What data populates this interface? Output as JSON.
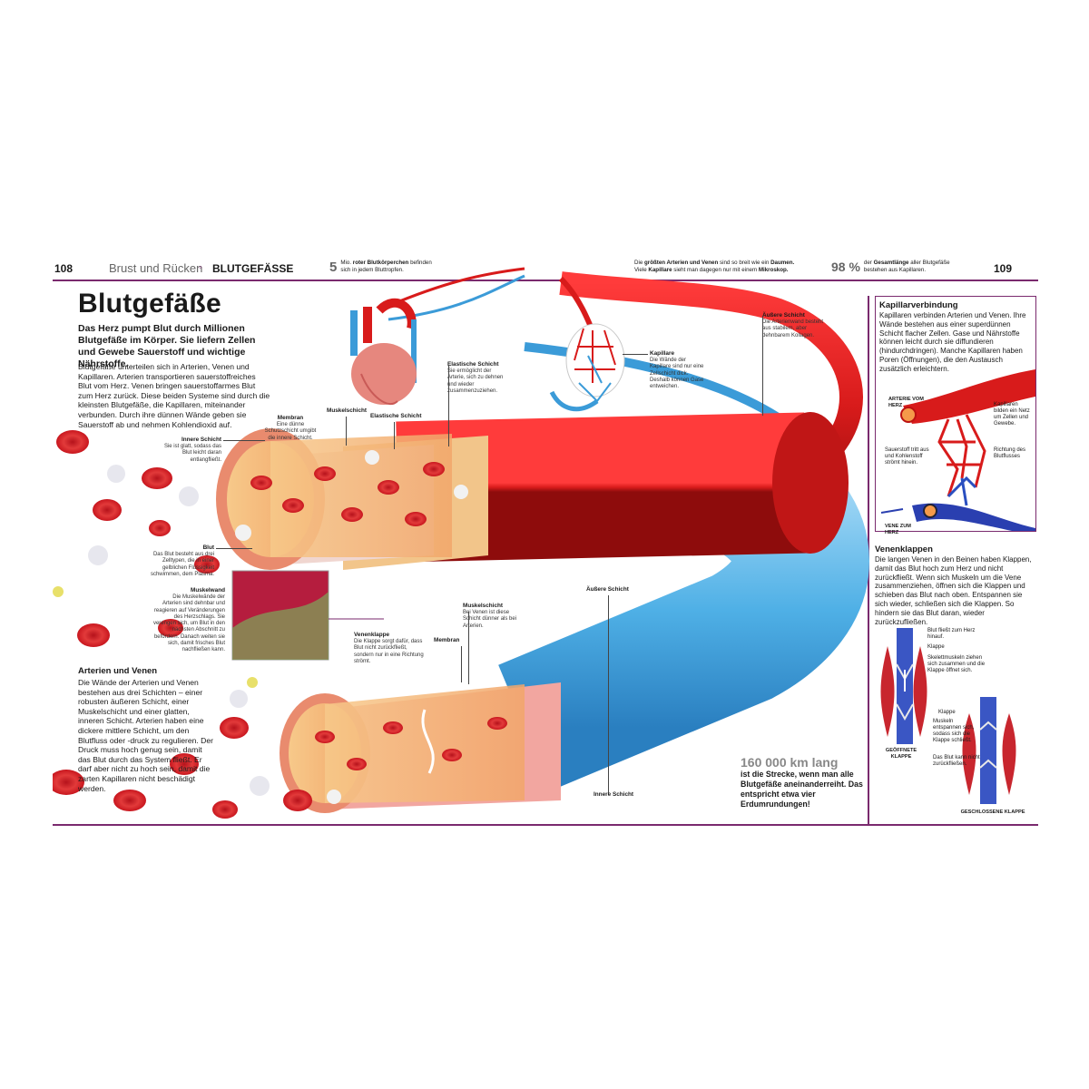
{
  "header": {
    "left_page": "108",
    "section": "Brust und Rücken",
    "separator": "◦",
    "topic": "BLUTGEFÄSSE",
    "fact1_number": "5",
    "fact1_text_a": "Mio.",
    "fact1_bold": "roter Blutkörperchen",
    "fact1_text_b": "befinden",
    "fact1_line2": "sich in jedem Bluttropfen.",
    "fact2_line1_a": "Die",
    "fact2_line1_b": "größten Arterien und Venen",
    "fact2_line1_c": "sind so breit wie ein",
    "fact2_line1_d": "Daumen.",
    "fact2_line2_a": "Viele",
    "fact2_line2_b": "Kapillare",
    "fact2_line2_c": "sieht man dagegen nur mit einem",
    "fact2_line2_d": "Mikroskop.",
    "fact3_number": "98 %",
    "fact3_text_a": "der",
    "fact3_bold": "Gesamtlänge",
    "fact3_text_b": "aller Blutgefäße",
    "fact3_line2": "bestehen aus Kapillaren.",
    "right_page": "109"
  },
  "main": {
    "title": "Blutgefäße",
    "intro": "Das Herz pumpt Blut durch Millionen Blutgefäße im Körper. Sie liefern Zellen und Gewebe Sauerstoff und wichtige Nährstoffe.",
    "body": "Blutgefäße unterteilen sich in Arterien, Venen und Kapillaren. Arterien transportieren sauerstoffreiches Blut vom Herz. Venen bringen sauerstoffarmes Blut zum Herz zurück. Diese beiden Systeme sind durch die kleinsten Blutgefäße, die Kapillaren, miteinander verbunden. Durch ihre dünnen Wände geben sie Sauerstoff ab und nehmen Kohlendioxid auf.",
    "sub_title": "Arterien und Venen",
    "sub_body": "Die Wände der Arterien und Venen bestehen aus drei Schichten – einer robusten äußeren Schicht, einer Muskelschicht und einer glatten, inneren Schicht. Arterien haben eine dickere mittlere Schicht, um den Blutfluss oder -druck zu regulieren. Der Druck muss hoch genug sein, damit das Blut durch das System fließt. Er darf aber nicht zu hoch sein, damit die zarten Kapillaren nicht beschädigt werden."
  },
  "labels": {
    "innere_t": "Innere Schicht",
    "innere_d": "Sie ist glatt, sodass das Blut leicht daran entlangfließt.",
    "membran_t": "Membran",
    "membran_d": "Eine dünne Schutzschicht umgibt die innere Schicht.",
    "muskelschicht_t": "Muskelschicht",
    "elastische_t": "Elastische Schicht",
    "elastische2_t": "Elastische Schicht",
    "elastische2_d": "Sie ermöglicht der Arterie, sich zu dehnen und wieder zusammenzuziehen.",
    "kapillare_t": "Kapillare",
    "kapillare_d": "Die Wände der Kapillare sind nur eine Zellschicht dick. Deshalb können Gase entweichen.",
    "aeussere_t": "Äußere Schicht",
    "aeussere_d": "Die Arterienwand besteht aus stabilem, aber dehnbarem Kollagen.",
    "blut_t": "Blut",
    "blut_d": "Das Blut besteht aus drei Zelltypen, die in einer gelblichen Flüssigkeit schwimmen, dem Plasma.",
    "muskelwand_t": "Muskelwand",
    "muskelwand_d": "Die Muskelwände der Arterien sind dehnbar und reagieren auf Veränderungen des Herzschlags. Sie verengen sich, um Blut in den nächsten Abschnitt zu befördern. Danach weiten sie sich, damit frisches Blut nachfließen kann.",
    "venenklappe_t": "Venenklappe",
    "venenklappe_d": "Die Klappe sorgt dafür, dass Blut nicht zurückfließt, sondern nur in eine Richtung strömt.",
    "membran2_t": "Membran",
    "muskelschicht2_t": "Muskelschicht",
    "muskelschicht2_d": "Bei Venen ist diese Schicht dünner als bei Arterien.",
    "aeussere2_t": "Äußere Schicht",
    "innere2_t": "Innere Schicht"
  },
  "stat": {
    "headline": "160 000 km lang",
    "text": "ist die Strecke, wenn man alle Blutgefäße aneinanderreiht. Das entspricht etwa vier Erdumrundungen!"
  },
  "box1": {
    "title": "Kapillarverbindung",
    "text": "Kapillaren verbinden Arterien und Venen. Ihre Wände bestehen aus einer superdünnen Schicht flacher Zellen. Gase und Nährstoffe können leicht durch sie diffundieren (hindurchdringen). Manche Kapillaren haben Poren (Öffnungen), die den Austausch zusätzlich erleichtern.",
    "arterie": "ARTERIE VOM HERZ",
    "vene": "VENE ZUM HERZ",
    "kap_label": "Kapillaren bilden ein Netz um Zellen und Gewebe.",
    "sauerstoff": "Sauerstoff tritt aus und Kohlenstoff strömt hinein.",
    "richtung": "Richtung des Blutflusses"
  },
  "box2": {
    "title": "Venenklappen",
    "text": "Die langen Venen in den Beinen haben Klappen, damit das Blut hoch zum Herz und nicht zurückfließt. Wenn sich Muskeln um die Vene zusammenziehen, öffnen sich die Klappen und schieben das Blut nach oben. Entspannen sie sich wieder, schließen sich die Klappen. So hindern sie das Blut daran, wieder zurückzufließen.",
    "l1": "Blut fließt zum Herz hinauf.",
    "l2": "Klappe",
    "l3": "Skelettmuskeln ziehen sich zusammen und die Klappe öffnet sich.",
    "l4": "Klappe",
    "l5": "Muskeln entspannen sich, sodass sich die Klappe schließt.",
    "l6": "Das Blut kann nicht zurückfließen.",
    "open": "GEÖFFNETE KLAPPE",
    "closed": "GESCHLOSSENE KLAPPE"
  },
  "colors": {
    "accent": "#7a2a6e",
    "artery": "#d41f1f",
    "vein": "#3b9bd8"
  }
}
